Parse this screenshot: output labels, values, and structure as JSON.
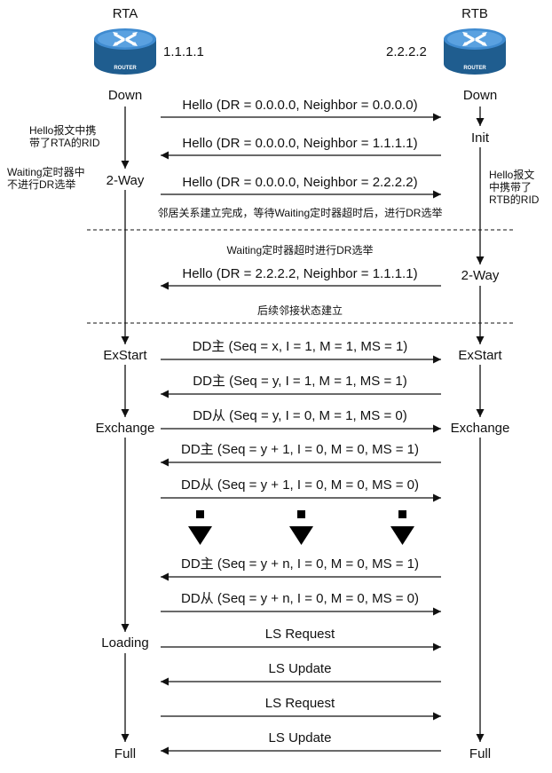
{
  "routers": {
    "rta": {
      "name": "RTA",
      "ip": "1.1.1.1",
      "badge": "ROUTER"
    },
    "rtb": {
      "name": "RTB",
      "ip": "2.2.2.2",
      "badge": "ROUTER"
    }
  },
  "states": {
    "rta": [
      "Down",
      "2-Way",
      "ExStart",
      "Exchange",
      "Loading",
      "Full"
    ],
    "rtb": [
      "Down",
      "Init",
      "2-Way",
      "ExStart",
      "Exchange",
      "Full"
    ]
  },
  "messages": [
    "Hello (DR = 0.0.0.0, Neighbor = 0.0.0.0)",
    "Hello (DR = 0.0.0.0, Neighbor = 1.1.1.1)",
    "Hello (DR = 0.0.0.0, Neighbor = 2.2.2.2)",
    "Hello (DR = 2.2.2.2, Neighbor = 1.1.1.1)",
    "DD主 (Seq = x, I = 1, M = 1, MS = 1)",
    "DD主 (Seq = y, I = 1, M = 1, MS = 1)",
    "DD从 (Seq = y, I = 0, M = 1, MS = 0)",
    "DD主 (Seq = y + 1, I = 0, M = 0, MS = 1)",
    "DD从 (Seq = y + 1, I = 0, M = 0, MS = 0)",
    "DD主 (Seq = y + n, I = 0, M = 0, MS = 1)",
    "DD从 (Seq = y + n, I = 0, M = 0, MS = 0)",
    "LS Request",
    "LS Update",
    "LS Request",
    "LS Update"
  ],
  "notes": {
    "rta_hello_rid": "Hello报文中携\n带了RTA的RID",
    "rta_waiting": "Waiting定时器中\n不进行DR选举",
    "rtb_hello_rid": "Hello报文\n中携带了\nRTB的RID",
    "neighbor_established": "邻居关系建立完成，等待Waiting定时器超时后，进行DR选举",
    "waiting_timeout": "Waiting定时器超时进行DR选举",
    "adjacency_follow": "后续邻接状态建立"
  }
}
